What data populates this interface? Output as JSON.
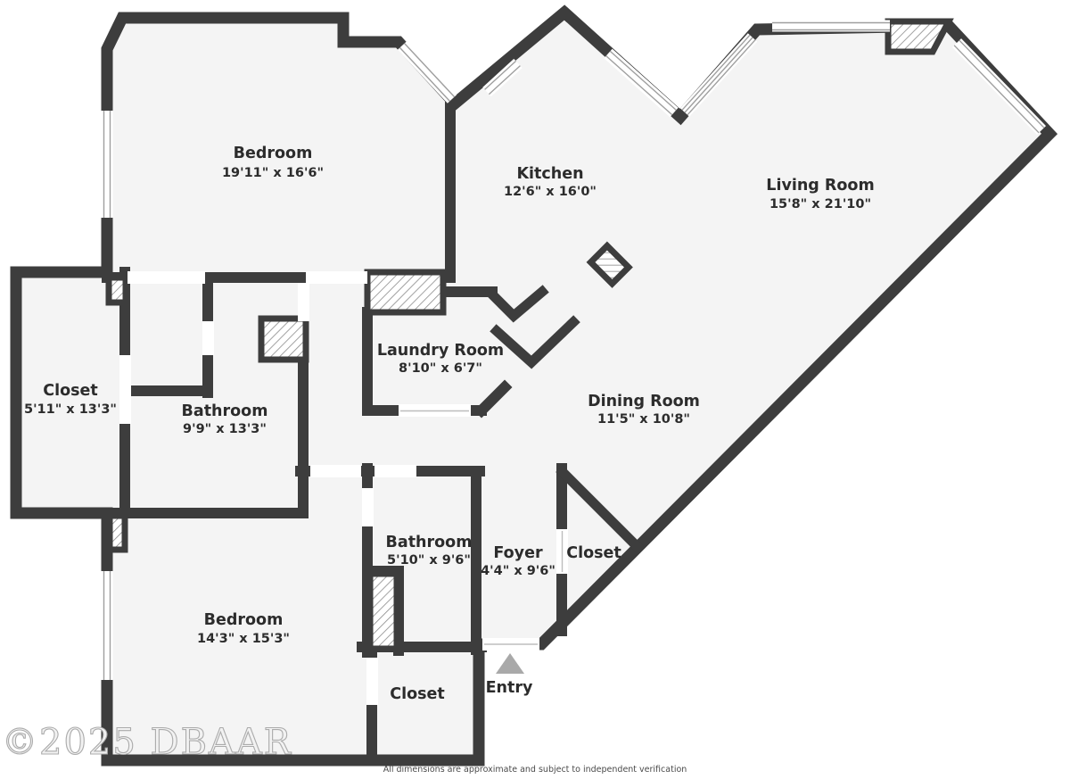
{
  "floorplan": {
    "colors": {
      "wall": "#3d3d3d",
      "floor": "#f4f4f4",
      "entry_marker": "#a9a9a9",
      "window_line": "#9f9f9f"
    },
    "watermark": "©2025 DBAAR",
    "disclaimer": "All dimensions are approximate and subject to independent verification",
    "entry_label": "Entry",
    "rooms": [
      {
        "name": "Bedroom",
        "dimensions": "19'11\" x 16'6\""
      },
      {
        "name": "Kitchen",
        "dimensions": "12'6\" x 16'0\""
      },
      {
        "name": "Living Room",
        "dimensions": "15'8\" x 21'10\""
      },
      {
        "name": "Closet",
        "dimensions": "5'11\" x 13'3\""
      },
      {
        "name": "Bathroom",
        "dimensions": "9'9\" x 13'3\""
      },
      {
        "name": "Laundry Room",
        "dimensions": "8'10\" x 6'7\""
      },
      {
        "name": "Dining Room",
        "dimensions": "11'5\" x 10'8\""
      },
      {
        "name": "Bathroom",
        "dimensions": "5'10\" x 9'6\""
      },
      {
        "name": "Foyer",
        "dimensions": "4'4\" x 9'6\""
      },
      {
        "name": "Closet",
        "dimensions": ""
      },
      {
        "name": "Bedroom",
        "dimensions": "14'3\" x 15'3\""
      },
      {
        "name": "Closet",
        "dimensions": ""
      }
    ]
  }
}
